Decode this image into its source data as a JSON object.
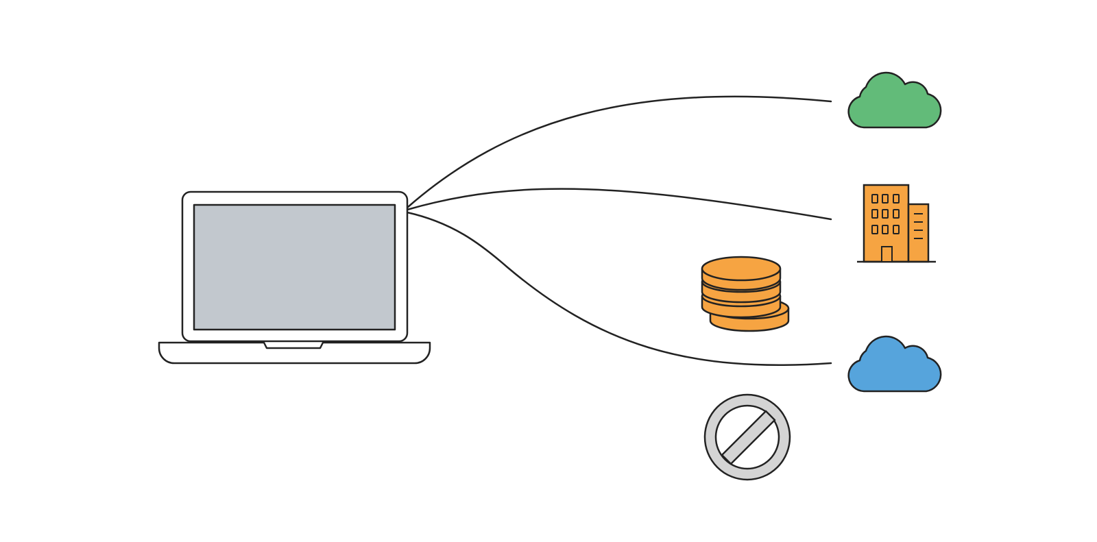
{
  "diagram": {
    "source": {
      "icon": "laptop-icon"
    },
    "targets": [
      {
        "id": "cloud-green",
        "icon": "cloud-icon",
        "color": "#62bb79"
      },
      {
        "id": "building",
        "icon": "office-building-icon",
        "color": "#f6a442"
      },
      {
        "id": "cloud-blue",
        "icon": "cloud-icon",
        "color": "#56a4dc"
      }
    ],
    "extras": [
      {
        "id": "coins",
        "icon": "coin-stack-icon",
        "color": "#f6a442"
      },
      {
        "id": "blocked",
        "icon": "prohibited-icon",
        "color": "#d4d4d4"
      }
    ],
    "colors": {
      "stroke": "#222222",
      "screen": "#c2c8ce",
      "background": "#ffffff"
    }
  }
}
